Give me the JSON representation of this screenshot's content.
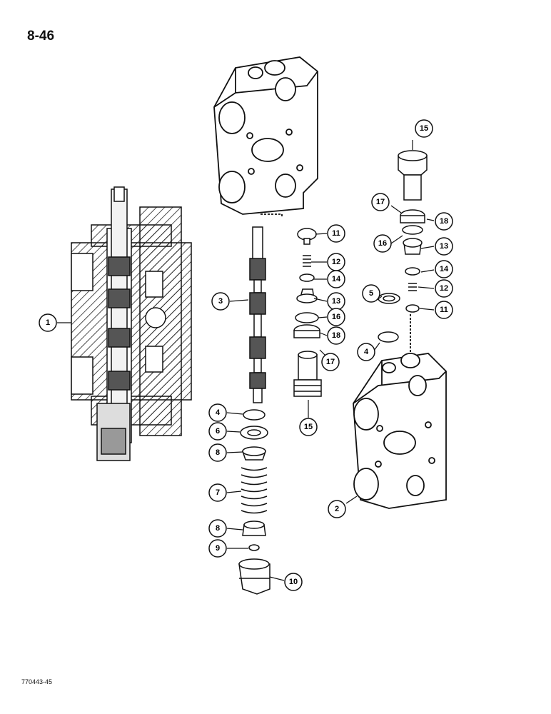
{
  "page_number": "8-46",
  "figure_id": "770443-45",
  "callouts": {
    "c1": "1",
    "c2": "2",
    "c3": "3",
    "c4a": "4",
    "c4b": "4",
    "c5": "5",
    "c6": "6",
    "c7": "7",
    "c8a": "8",
    "c8b": "8",
    "c9": "9",
    "c10": "10",
    "c11a": "11",
    "c11b": "11",
    "c12a": "12",
    "c12b": "12",
    "c13a": "13",
    "c13b": "13",
    "c14a": "14",
    "c14b": "14",
    "c15a": "15",
    "c15b": "15",
    "c16a": "16",
    "c16b": "16",
    "c17a": "17",
    "c17b": "17",
    "c18a": "18",
    "c18b": "18"
  }
}
